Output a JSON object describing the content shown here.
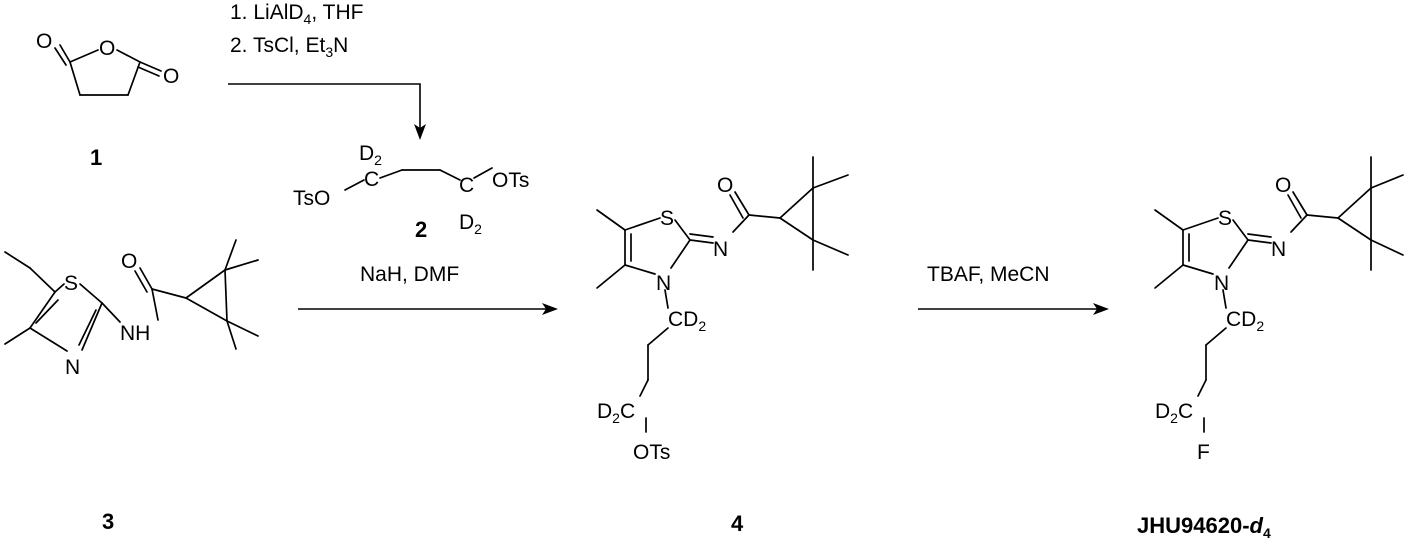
{
  "conditions": {
    "step1": {
      "line1": "1. LiAlD",
      "line1_sub": "4",
      "line1_tail": ", THF",
      "line2": "2. TsCl,  Et",
      "line2_sub": "3",
      "line2_tail": "N"
    },
    "step2": "NaH, DMF",
    "step3": "TBAF, MeCN"
  },
  "compounds": {
    "c1": "1",
    "c2": "2",
    "c3": "3",
    "c4": "4",
    "final_main": "JHU94620-",
    "final_italic": "d",
    "final_sub": "4"
  },
  "atoms": {
    "O": "O",
    "S": "S",
    "N": "N",
    "NH": "NH",
    "F": "F",
    "C": "C",
    "D": "D",
    "two": "2",
    "OTs": "OTs",
    "TsO": "TsO"
  }
}
